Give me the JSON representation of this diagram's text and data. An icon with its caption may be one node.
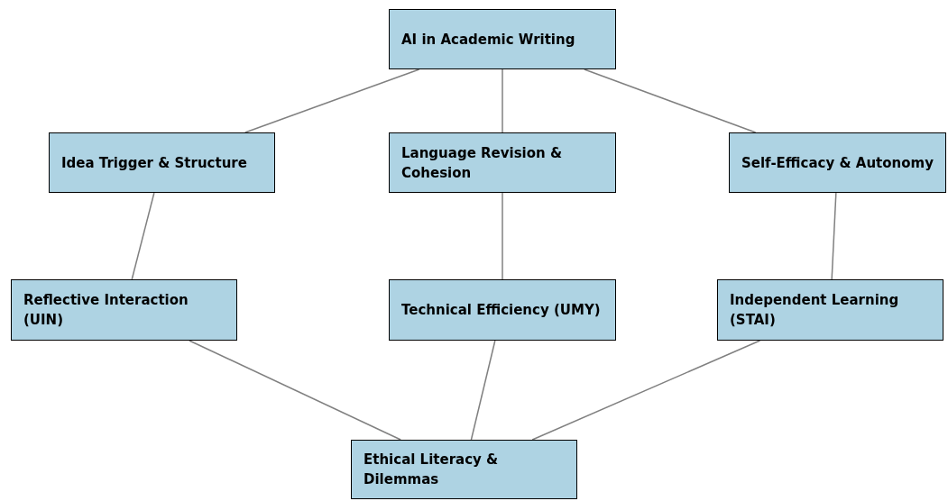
{
  "diagram": {
    "nodes": [
      {
        "text": [
          "AI in Academic Writing"
        ]
      },
      {
        "text": [
          "Idea Trigger & Structure"
        ]
      },
      {
        "text": [
          "Language Revision & Cohesion"
        ]
      },
      {
        "text": [
          "Self-Efficacy & Autonomy"
        ]
      },
      {
        "text": [
          "Reflective Interaction (UIN)"
        ]
      },
      {
        "text": [
          "Technical Efficiency (UMY)"
        ]
      },
      {
        "text": [
          "Independent Learning (STAI)"
        ]
      },
      {
        "text": [
          "Ethical Literacy & Dilemmas"
        ]
      }
    ],
    "edges": [
      {
        "from": 0,
        "to": 1,
        "arrow": "none"
      },
      {
        "from": 1,
        "to": 4,
        "arrow": "none"
      },
      {
        "from": 4,
        "to": 7,
        "arrow": "none"
      },
      {
        "from": 0,
        "to": 2,
        "arrow": "none"
      },
      {
        "from": 2,
        "to": 5,
        "arrow": "none"
      },
      {
        "from": 5,
        "to": 7,
        "arrow": "none"
      },
      {
        "from": 0,
        "to": 3,
        "arrow": "none"
      },
      {
        "from": 3,
        "to": 6,
        "arrow": "none"
      },
      {
        "from": 6,
        "to": 7,
        "arrow": "none"
      }
    ]
  }
}
